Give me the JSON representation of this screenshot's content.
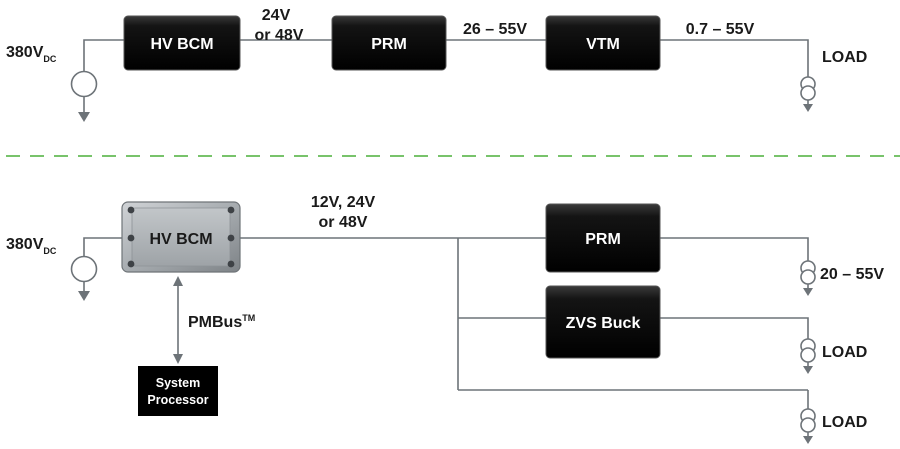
{
  "top": {
    "source": {
      "main": "380V",
      "sub": "DC"
    },
    "blocks": {
      "bcm": "HV BCM",
      "prm": "PRM",
      "vtm": "VTM"
    },
    "voltages": {
      "bcm_out_line1": "24V",
      "bcm_out_line2": "or 48V",
      "prm_out": "26 – 55V",
      "vtm_out": "0.7 – 55V"
    },
    "load": "LOAD"
  },
  "bottom": {
    "source": {
      "main": "380V",
      "sub": "DC"
    },
    "blocks": {
      "bcm": "HV BCM",
      "prm": "PRM",
      "zvs": "ZVS Buck"
    },
    "bus_voltage_line1": "12V, 24V",
    "bus_voltage_line2": "or 48V",
    "pmbus": {
      "main": "PMBus",
      "sup": "TM"
    },
    "processor_line1": "System",
    "processor_line2": "Processor",
    "prm_out": "20 – 55V",
    "load1": "LOAD",
    "load2": "LOAD"
  },
  "colors": {
    "wire": "#6d7378",
    "divider": "#4caf3a",
    "block": "#111111",
    "bcm_metal": "#9a9fa3"
  }
}
